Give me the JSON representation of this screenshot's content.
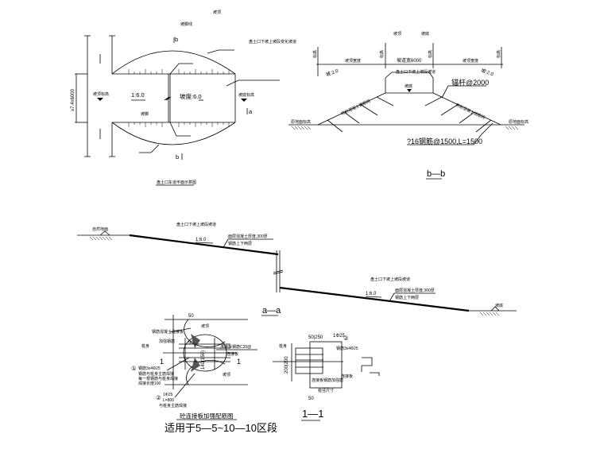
{
  "drawing": {
    "plan_view": {
      "title": "盘土口车道平面示意图",
      "top_label_1": "坡顶",
      "top_label_2": "坡脚线",
      "leader_note": "盘土口下坡上坡段变化坡道",
      "dimension": "≥7.4x6000",
      "left_marker": "坡顶标高",
      "slope_left": "1:6.0",
      "slope_right": "坡度:6.0",
      "bottom_label": "坡脚",
      "right_marker": "坡底标高",
      "section_b_top": "b",
      "section_b_bottom": "b",
      "section_a": "a"
    },
    "section_bb": {
      "title": "b—b",
      "top_label_1": "坡顶",
      "top_label_2": "坡底",
      "elev_outer_left": "标高",
      "elev_inner_left": "标高",
      "elev_inner_right": "标高",
      "elev_outer_right": "标高",
      "seg_left": "坡顶宽度",
      "seg_mid": "坡道宽6000",
      "seg_right": "坡顶宽度",
      "slope_left": "坡:2.0",
      "slope_right": "坡:2.0",
      "top_note": "盘土口下坡上坡段坡道",
      "center_marker": "坡底",
      "anchor_note": "锚杆@2000",
      "nail_note": "?16钢筋@1500,L=1500",
      "mesh_left": "喷射混凝土钢筋网",
      "mesh_right": "喷射混凝土钢筋网",
      "ground_left": "原地面标高",
      "ground_right": "原地面标高"
    },
    "section_aa": {
      "title": "a—a",
      "ground_upper": "自然地面",
      "ground_lower": "坡底",
      "note_upper": "盘土口下坡上坡段坡道",
      "note_lower": "盘土口下坡上坡段坡道",
      "slope_upper": "1:6.0",
      "slope_lower": "1:6.0",
      "surface_upper": "面层混凝土厚度,300厚",
      "surface_upper_2": "钢筋上下两层",
      "surface_lower": "面层混凝土厚度,300厚",
      "surface_lower_2": "钢筋上下两层"
    },
    "detail": {
      "title": "砼连接板加强配筋图",
      "subtitle": "适用于5—5~10—10区段",
      "dim_top": "50",
      "dim_side": "50",
      "dim_vertical": "140(150)",
      "note_1": "钢筋混凝土连接板",
      "note_2": "坡顶",
      "note_3": "加强钢筋",
      "note_4": "连接板钢筋C20@",
      "note_5": "连接板",
      "note_6": "桩身",
      "note_7": "坡顶",
      "callout_1_num": "①",
      "callout_1_text": "钢筋3x4Φ25",
      "callout_1_sub1": "钢筋与桩身主筋焊接",
      "callout_1_sub2": "每一根钢筋与桩身焊接",
      "callout_1_sub3": "焊接长度100",
      "callout_2_num": "②",
      "callout_2_text": "1Φ25",
      "callout_2_sub": "L=800",
      "callout_2_sub2": "与桩身主筋焊接",
      "section_mark": "1"
    },
    "section_11": {
      "title": "1—1",
      "dim_top": "50|250",
      "dim_side": "200|200",
      "dim_bottom": "50",
      "label_top": "1Φ25",
      "label_callout": "②",
      "label_left": "桩身",
      "label_right": "钢筋3x4Φ25",
      "label_side": "连接板",
      "label_bottom": "连接板钢筋加强筋",
      "label_width": "桩径尺寸"
    }
  }
}
